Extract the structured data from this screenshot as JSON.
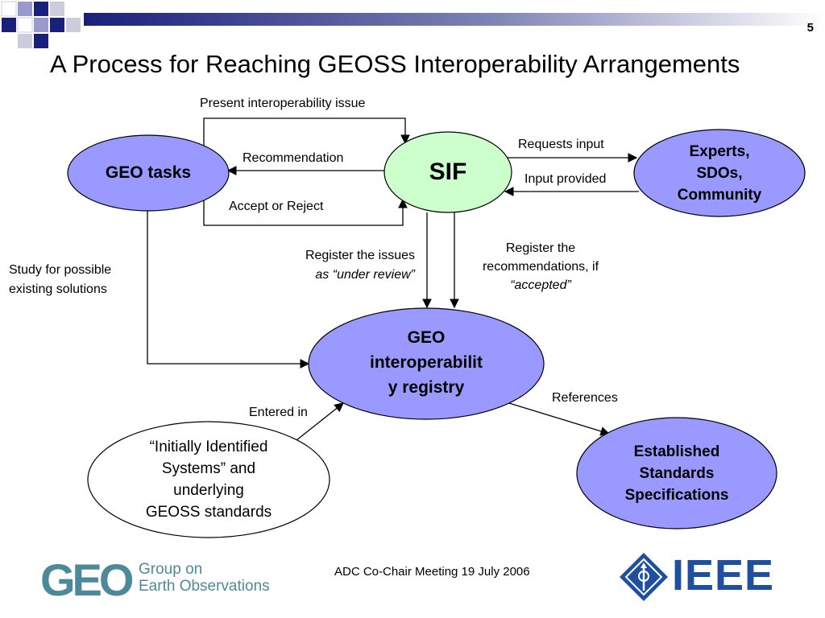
{
  "page_number": "5",
  "title": "A Process for Reaching GEOSS Interoperability Arrangements",
  "nodes": {
    "geo_tasks": "GEO tasks",
    "sif": "SIF",
    "experts": [
      "Experts,",
      "SDOs,",
      "Community"
    ],
    "registry": [
      "GEO",
      "interoperabilit",
      "y registry"
    ],
    "initial_systems": [
      "“Initially Identified",
      "Systems” and",
      "underlying",
      "GEOSS standards"
    ],
    "standards": [
      "Established",
      "Standards",
      "Specifications"
    ]
  },
  "edge_labels": {
    "present_issue": "Present interoperability issue",
    "recommendation": "Recommendation",
    "accept_reject": "Accept or Reject",
    "requests_input": "Requests input",
    "input_provided": "Input provided",
    "study": [
      "Study for possible",
      "existing solutions"
    ],
    "register_issues": [
      "Register the issues",
      "as “under review”"
    ],
    "register_recs": [
      "Register the",
      "recommendations, if",
      "“accepted”"
    ],
    "entered_in": "Entered in",
    "references": "References"
  },
  "footer": {
    "geo_logo_text": "GEO",
    "geo_org_lines": [
      "Group on",
      "Earth Observations"
    ],
    "meeting": "ADC Co-Chair Meeting 19 July 2006",
    "ieee_logo_text": "IEEE"
  },
  "colors": {
    "header_blue": "#1a1f7a",
    "node_blue": "#9999ff",
    "sif_green": "#ccffcc",
    "geo_teal": "#4d8a99",
    "ieee_blue": "#1f4fa0"
  }
}
